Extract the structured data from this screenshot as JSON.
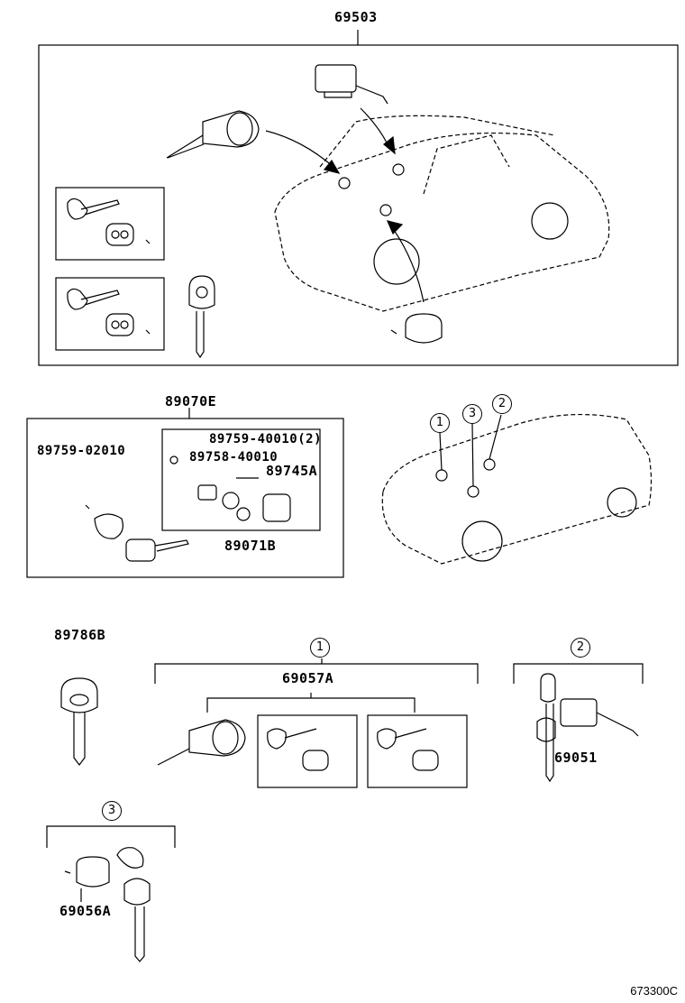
{
  "parts": {
    "p69503": "69503",
    "p89070E": "89070E",
    "p89759_02010": "89759-02010",
    "p89759_40010": "89759-40010(2)",
    "p89758_40010": "89758-40010",
    "p89745A": "89745A",
    "p89071B": "89071B",
    "p89786B": "89786B",
    "p69057A": "69057A",
    "p69051": "69051",
    "p69056A": "69056A"
  },
  "callouts": {
    "c1": "1",
    "c2": "2",
    "c3": "3"
  },
  "footer": {
    "code": "673300C"
  }
}
